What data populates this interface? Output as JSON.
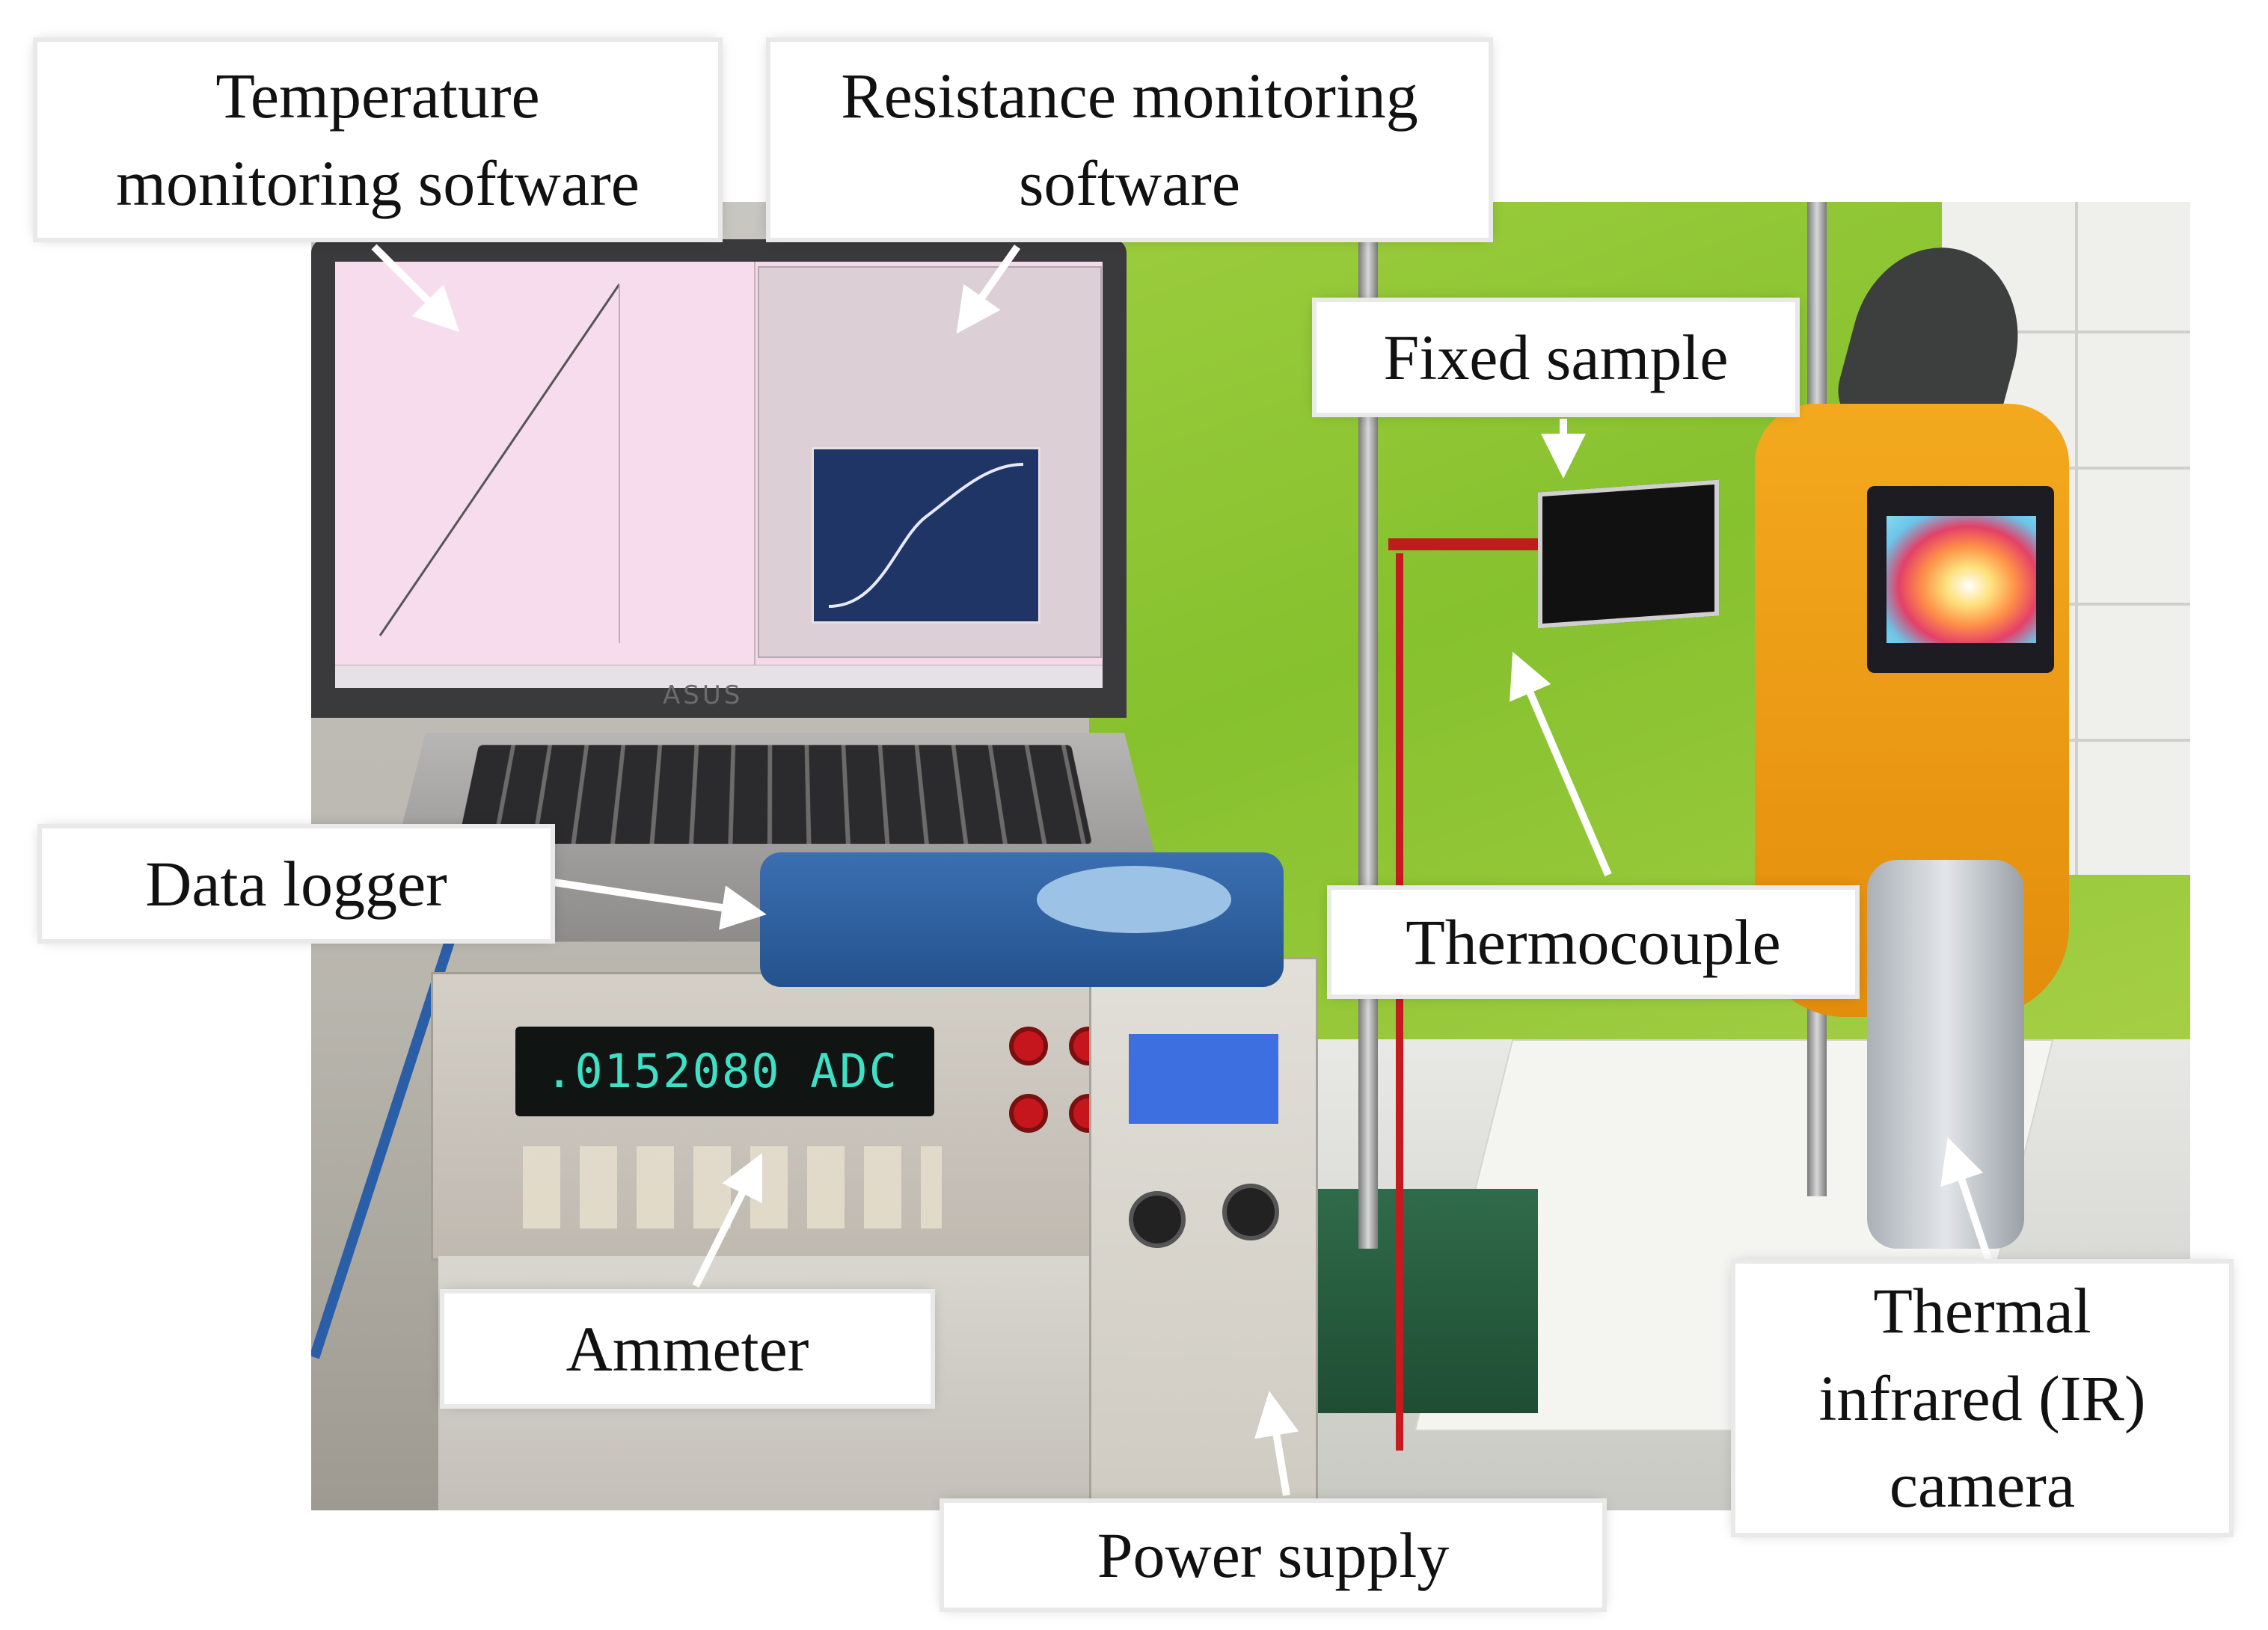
{
  "labels": {
    "temperature_software": [
      "Temperature",
      "monitoring software"
    ],
    "resistance_software": [
      "Resistance monitoring",
      "software"
    ],
    "fixed_sample": "Fixed sample",
    "data_logger": "Data logger",
    "thermocouple": "Thermocouple",
    "ammeter": "Ammeter",
    "thermal_camera": [
      "Thermal",
      "infrared (IR)",
      "camera"
    ],
    "power_supply": "Power supply"
  },
  "devices": {
    "ammeter_display": ".0152080 ADC",
    "laptop_brand": "ASUS"
  },
  "colors": {
    "label_bg": "#ffffff",
    "label_border": "#e9e9e9",
    "arrow": "#ffffff",
    "camera_body": "#f3a91e",
    "backdrop_green": "#8fc435"
  }
}
